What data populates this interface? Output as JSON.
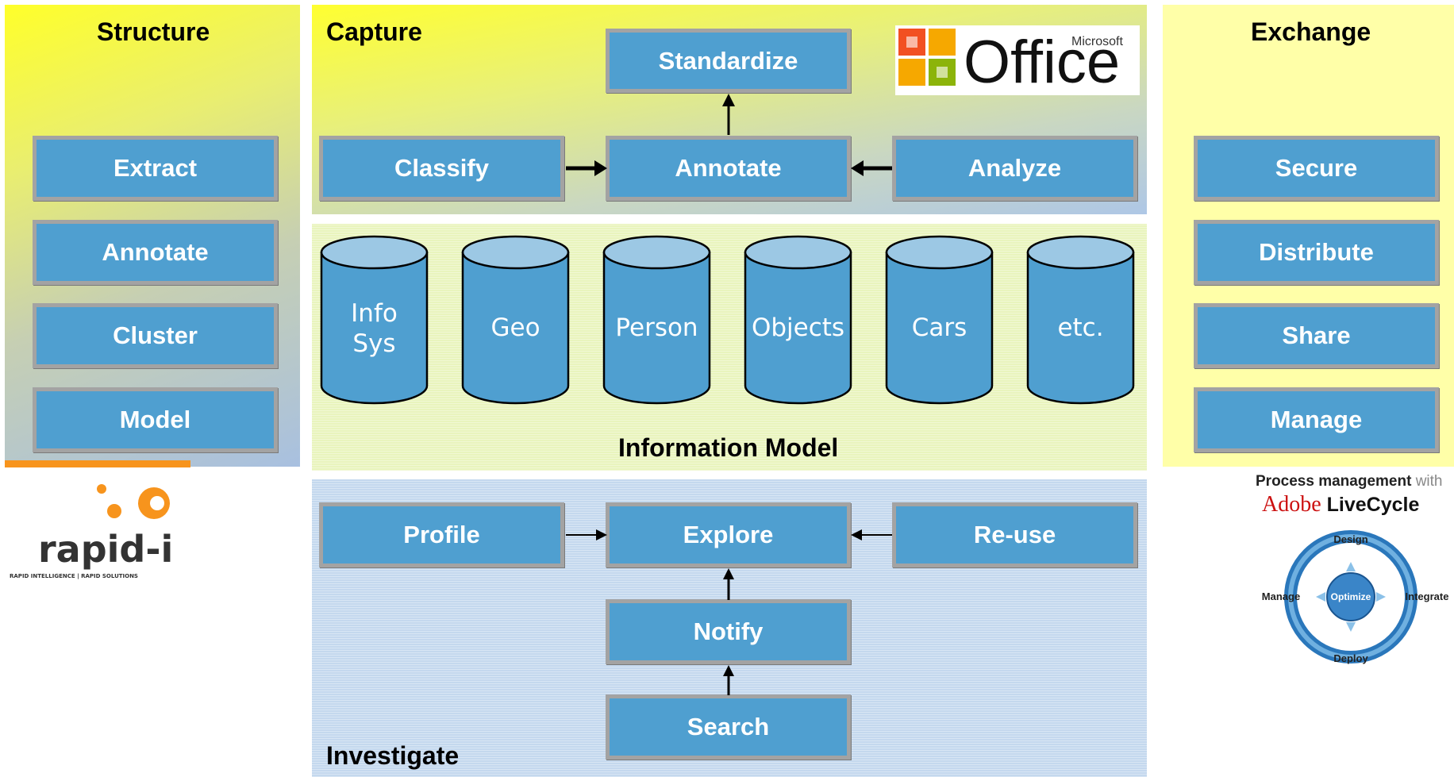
{
  "structure": {
    "title": "Structure",
    "items": [
      "Extract",
      "Annotate",
      "Cluster",
      "Model"
    ]
  },
  "capture": {
    "title": "Capture",
    "standardize": "Standardize",
    "classify": "Classify",
    "annotate": "Annotate",
    "analyze": "Analyze"
  },
  "info_model": {
    "title": "Information Model",
    "stores": [
      {
        "line1": "Info",
        "line2": "Sys"
      },
      {
        "line1": "Geo",
        "line2": ""
      },
      {
        "line1": "Person",
        "line2": ""
      },
      {
        "line1": "Objects",
        "line2": ""
      },
      {
        "line1": "Cars",
        "line2": ""
      },
      {
        "line1": "etc.",
        "line2": ""
      }
    ]
  },
  "investigate": {
    "title": "Investigate",
    "profile": "Profile",
    "explore": "Explore",
    "reuse": "Re-use",
    "notify": "Notify",
    "search": "Search"
  },
  "exchange": {
    "title": "Exchange",
    "items": [
      "Secure",
      "Distribute",
      "Share",
      "Manage"
    ]
  },
  "logos": {
    "office": {
      "brand": "Microsoft",
      "product": "Office"
    },
    "rapid": {
      "name": "rapid-i",
      "tagline": "RAPID INTELLIGENCE | RAPID SOLUTIONS"
    },
    "adobe": {
      "caption_bold": "Process management",
      "caption_light": "with",
      "brand": "Adobe",
      "product": "LiveCycle",
      "cycle": {
        "top": "Design",
        "right": "Integrate",
        "bottom": "Deploy",
        "left": "Manage",
        "center": "Optimize"
      }
    }
  },
  "colors": {
    "box_fill": "#4f9fd0",
    "box_border": "#a3a3a3",
    "cylinder_fill": "#4f9fd0",
    "cylinder_top": "#9cc8e4",
    "accent_orange": "#f7941d"
  }
}
